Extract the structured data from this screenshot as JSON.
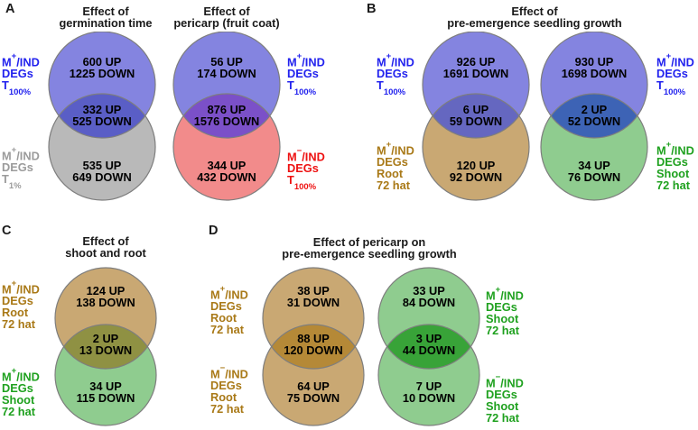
{
  "figure_letters": {
    "panelA": "A",
    "panelB": "B",
    "panelC": "C",
    "panelD": "D"
  },
  "colors": {
    "circle_blue": "#8484E0",
    "circle_gray": "#B9B9B9",
    "circle_red": "#F28B8B",
    "circle_tan": "#C9A873",
    "circle_green": "#8FCC8F",
    "overlap_blue_gray": "#5A5EC6",
    "overlap_blue_red": "#7B50C8",
    "overlap_blue_tan": "#6567C0",
    "overlap_blue_green": "#3D63B5",
    "overlap_tan_green": "#8F9143",
    "overlap_tan_tan": "#B58937",
    "overlap_green_green": "#38A338",
    "label_blue": "#2222EE",
    "label_gray": "#9B9B9B",
    "label_red": "#EE1111",
    "label_brown": "#A97917",
    "label_green": "#1FA11F",
    "circle_outline": "#7E7E7E"
  },
  "side_labels": {
    "blue_t100": {
      "m": "M",
      "sign": "+",
      "rest": "/IND",
      "line2": "DEGs",
      "t": "T",
      "t_sub": "100%"
    },
    "gray_t1": {
      "m": "M",
      "sign": "+",
      "rest": "/IND",
      "line2": "DEGs",
      "t": "T",
      "t_sub": "1%"
    },
    "red_t100": {
      "m": "M",
      "sign": "−",
      "rest": "/IND",
      "line2": "DEGs",
      "t": "T",
      "t_sub": "100%"
    },
    "brown_root_plus": {
      "m": "M",
      "sign": "+",
      "rest": "/IND",
      "line2": "DEGs",
      "line3": "Root",
      "line4": "72 hat"
    },
    "brown_root_minus": {
      "m": "M",
      "sign": "−",
      "rest": "/IND",
      "line2": "DEGs",
      "line3": "Root",
      "line4": "72 hat"
    },
    "green_shoot_plus": {
      "m": "M",
      "sign": "+",
      "rest": "/IND",
      "line2": "DEGs",
      "line3": "Shoot",
      "line4": "72 hat"
    },
    "green_shoot_minus": {
      "m": "M",
      "sign": "−",
      "rest": "/IND",
      "line2": "DEGs",
      "line3": "Shoot",
      "line4": "72 hat"
    }
  },
  "panelA": {
    "venn_germination": {
      "title1": "Effect of",
      "title2": "germination time",
      "top_up": "600 UP",
      "top_down": "1225 DOWN",
      "mid_up": "332 UP",
      "mid_down": "525 DOWN",
      "bot_up": "535 UP",
      "bot_down": "649 DOWN"
    },
    "venn_pericarp": {
      "title1": "Effect of",
      "title2": "pericarp (fruit coat)",
      "top_up": "56 UP",
      "top_down": "174 DOWN",
      "mid_up": "876 UP",
      "mid_down": "1576 DOWN",
      "bot_up": "344 UP",
      "bot_down": "432 DOWN"
    }
  },
  "panelB": {
    "title1": "Effect of",
    "title2": "pre-emergence seedling growth",
    "venn_root": {
      "top_up": "926 UP",
      "top_down": "1691 DOWN",
      "mid_up": "6 UP",
      "mid_down": "59 DOWN",
      "bot_up": "120 UP",
      "bot_down": "92 DOWN"
    },
    "venn_shoot": {
      "top_up": "930 UP",
      "top_down": "1698 DOWN",
      "mid_up": "2 UP",
      "mid_down": "52 DOWN",
      "bot_up": "34 UP",
      "bot_down": "76 DOWN"
    }
  },
  "panelC": {
    "title1": "Effect of",
    "title2": "shoot and root",
    "venn": {
      "top_up": "124 UP",
      "top_down": "138 DOWN",
      "mid_up": "2 UP",
      "mid_down": "13 DOWN",
      "bot_up": "34 UP",
      "bot_down": "115 DOWN"
    }
  },
  "panelD": {
    "title1": "Effect of pericarp on",
    "title2": "pre-emergence seedling growth",
    "venn_root": {
      "top_up": "38 UP",
      "top_down": "31 DOWN",
      "mid_up": "88 UP",
      "mid_down": "120 DOWN",
      "bot_up": "64 UP",
      "bot_down": "75 DOWN"
    },
    "venn_shoot": {
      "top_up": "33 UP",
      "top_down": "84 DOWN",
      "mid_up": "3 UP",
      "mid_down": "44 DOWN",
      "bot_up": "7 UP",
      "bot_down": "10 DOWN"
    }
  }
}
